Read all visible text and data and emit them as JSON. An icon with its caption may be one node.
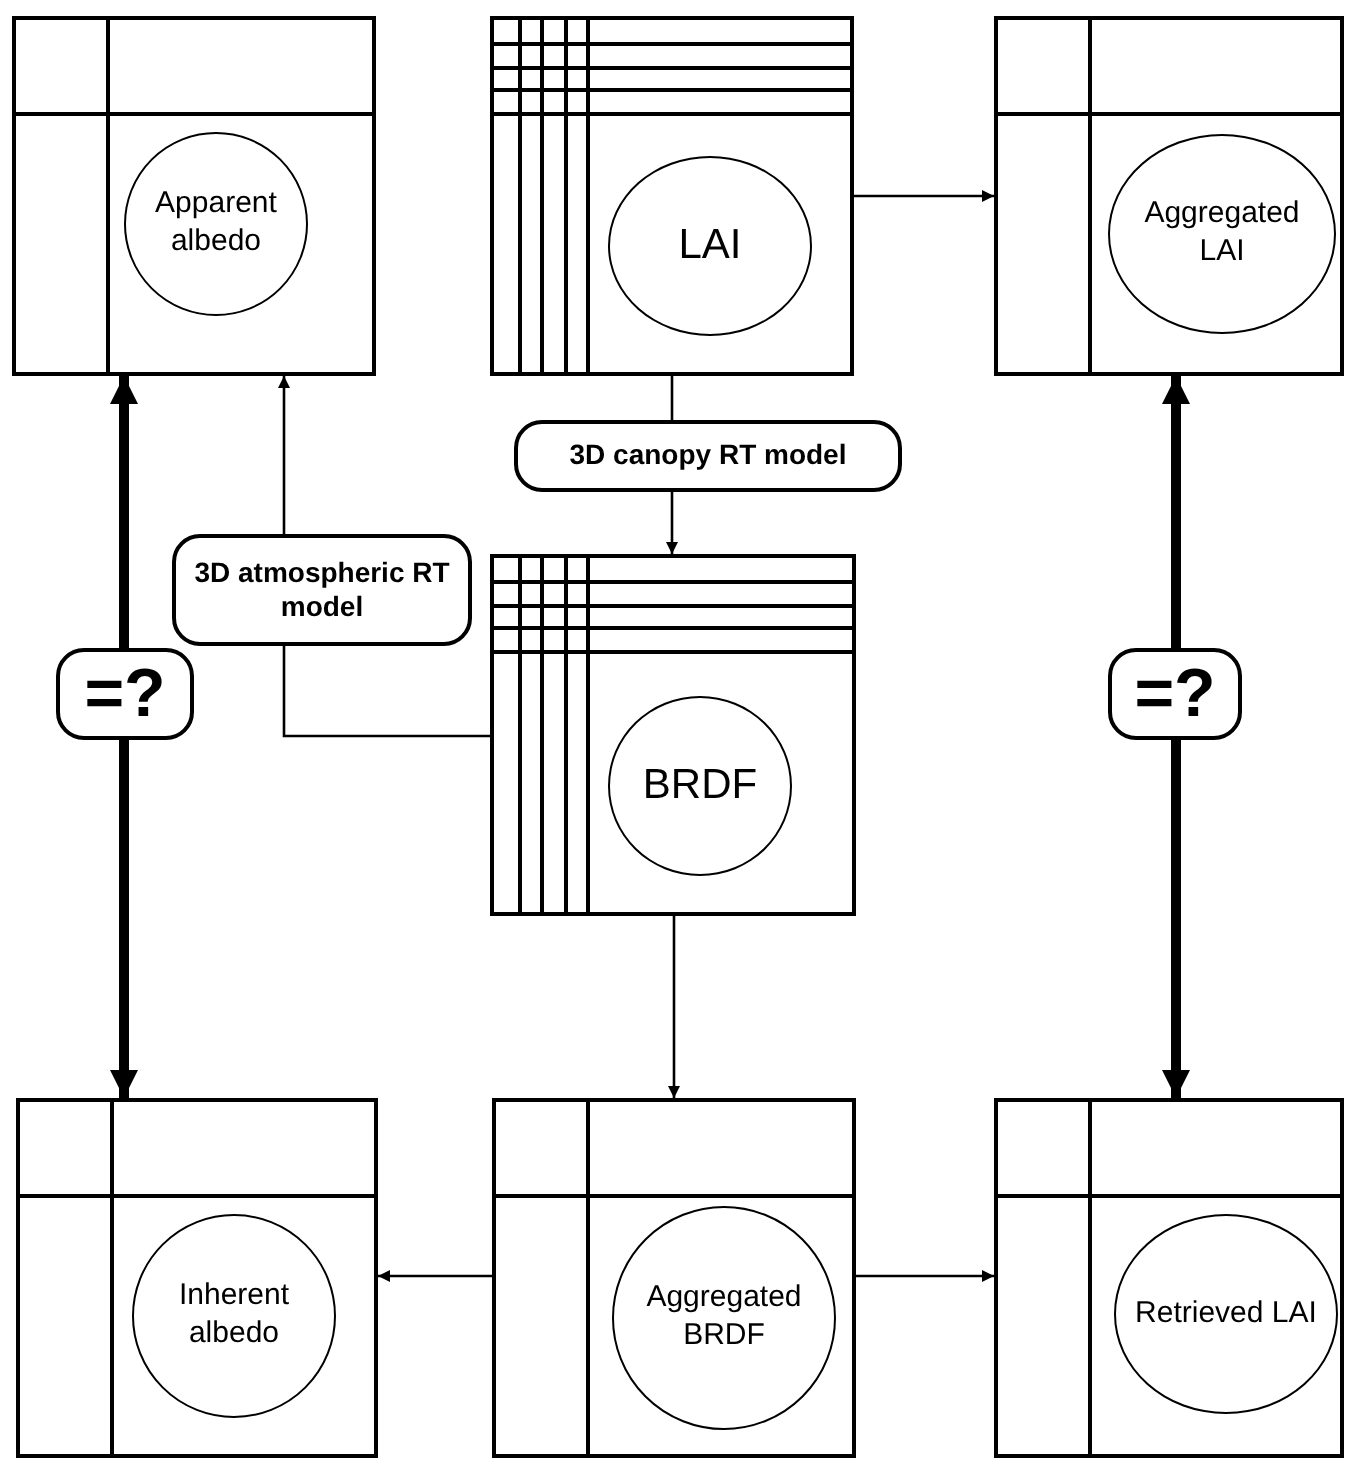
{
  "diagram": {
    "nodes": [
      {
        "text": [
          "Apparent albedo"
        ]
      },
      {
        "text": [
          "LAI"
        ]
      },
      {
        "text": [
          "Aggregated LAI"
        ]
      },
      {
        "text": [
          "3D canopy RT model"
        ]
      },
      {
        "text": [
          "3D atmospheric RT model"
        ]
      },
      {
        "text": [
          "BRDF"
        ]
      },
      {
        "text": [
          "=?"
        ]
      },
      {
        "text": [
          "=?"
        ]
      },
      {
        "text": [
          "Inherent albedo"
        ]
      },
      {
        "text": [
          "Aggregated BRDF"
        ]
      },
      {
        "text": [
          "Retrieved LAI"
        ]
      }
    ],
    "edges": [
      {
        "from": 1,
        "to": 2,
        "arrow": "to"
      },
      {
        "from": 1,
        "to": 3,
        "arrow": "none"
      },
      {
        "from": 3,
        "to": 5,
        "arrow": "to"
      },
      {
        "from": 5,
        "to": 4,
        "arrow": "none"
      },
      {
        "from": 4,
        "to": 0,
        "arrow": "to"
      },
      {
        "from": 6,
        "to": 0,
        "arrow": "to",
        "style": "thick"
      },
      {
        "from": 6,
        "to": 8,
        "arrow": "to",
        "style": "thick"
      },
      {
        "from": 7,
        "to": 2,
        "arrow": "to",
        "style": "thick"
      },
      {
        "from": 7,
        "to": 10,
        "arrow": "to",
        "style": "thick"
      },
      {
        "from": 5,
        "to": 9,
        "arrow": "to"
      },
      {
        "from": 9,
        "to": 8,
        "arrow": "to"
      },
      {
        "from": 9,
        "to": 10,
        "arrow": "to"
      }
    ]
  }
}
